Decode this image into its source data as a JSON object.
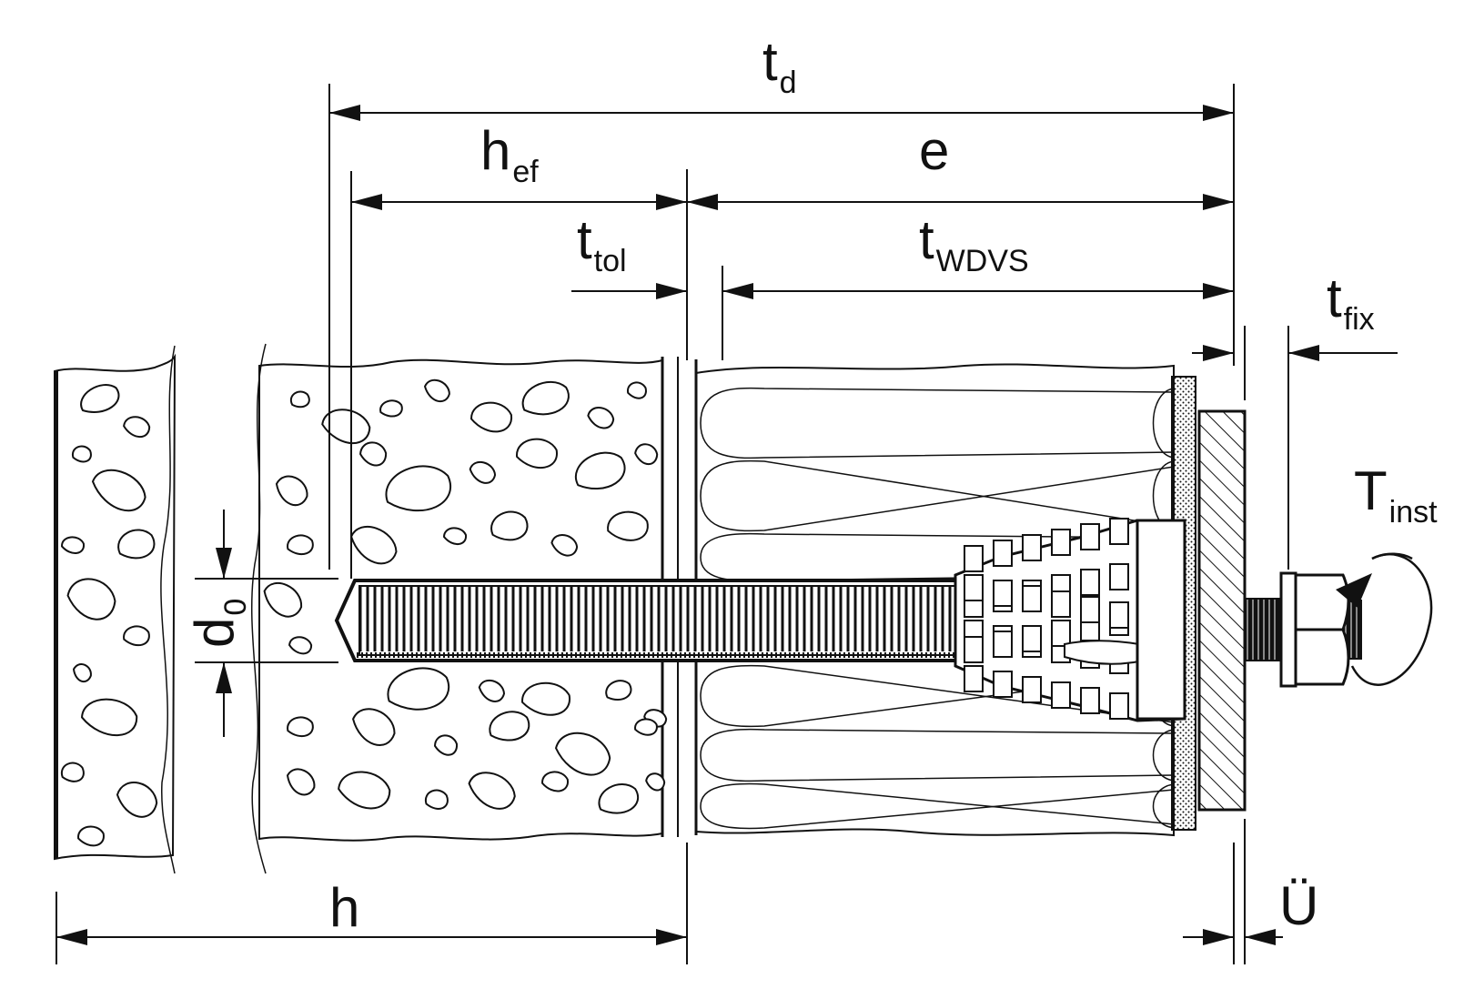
{
  "labels": {
    "t_d": {
      "main": "t",
      "sub": "d"
    },
    "h_ef": {
      "main": "h",
      "sub": "ef"
    },
    "e": {
      "main": "e"
    },
    "t_tol": {
      "main": "t",
      "sub": "tol"
    },
    "t_wdvs": {
      "main": "t",
      "sub": "WDVS"
    },
    "t_fix": {
      "main": "t",
      "sub": "fix"
    },
    "T_inst": {
      "main": "T",
      "sub": "inst"
    },
    "d_0": {
      "main": "d",
      "sub": "0"
    },
    "h": {
      "main": "h"
    },
    "ue": {
      "main": "Ü"
    }
  },
  "colors": {
    "line": "#111111",
    "background": "#ffffff"
  }
}
